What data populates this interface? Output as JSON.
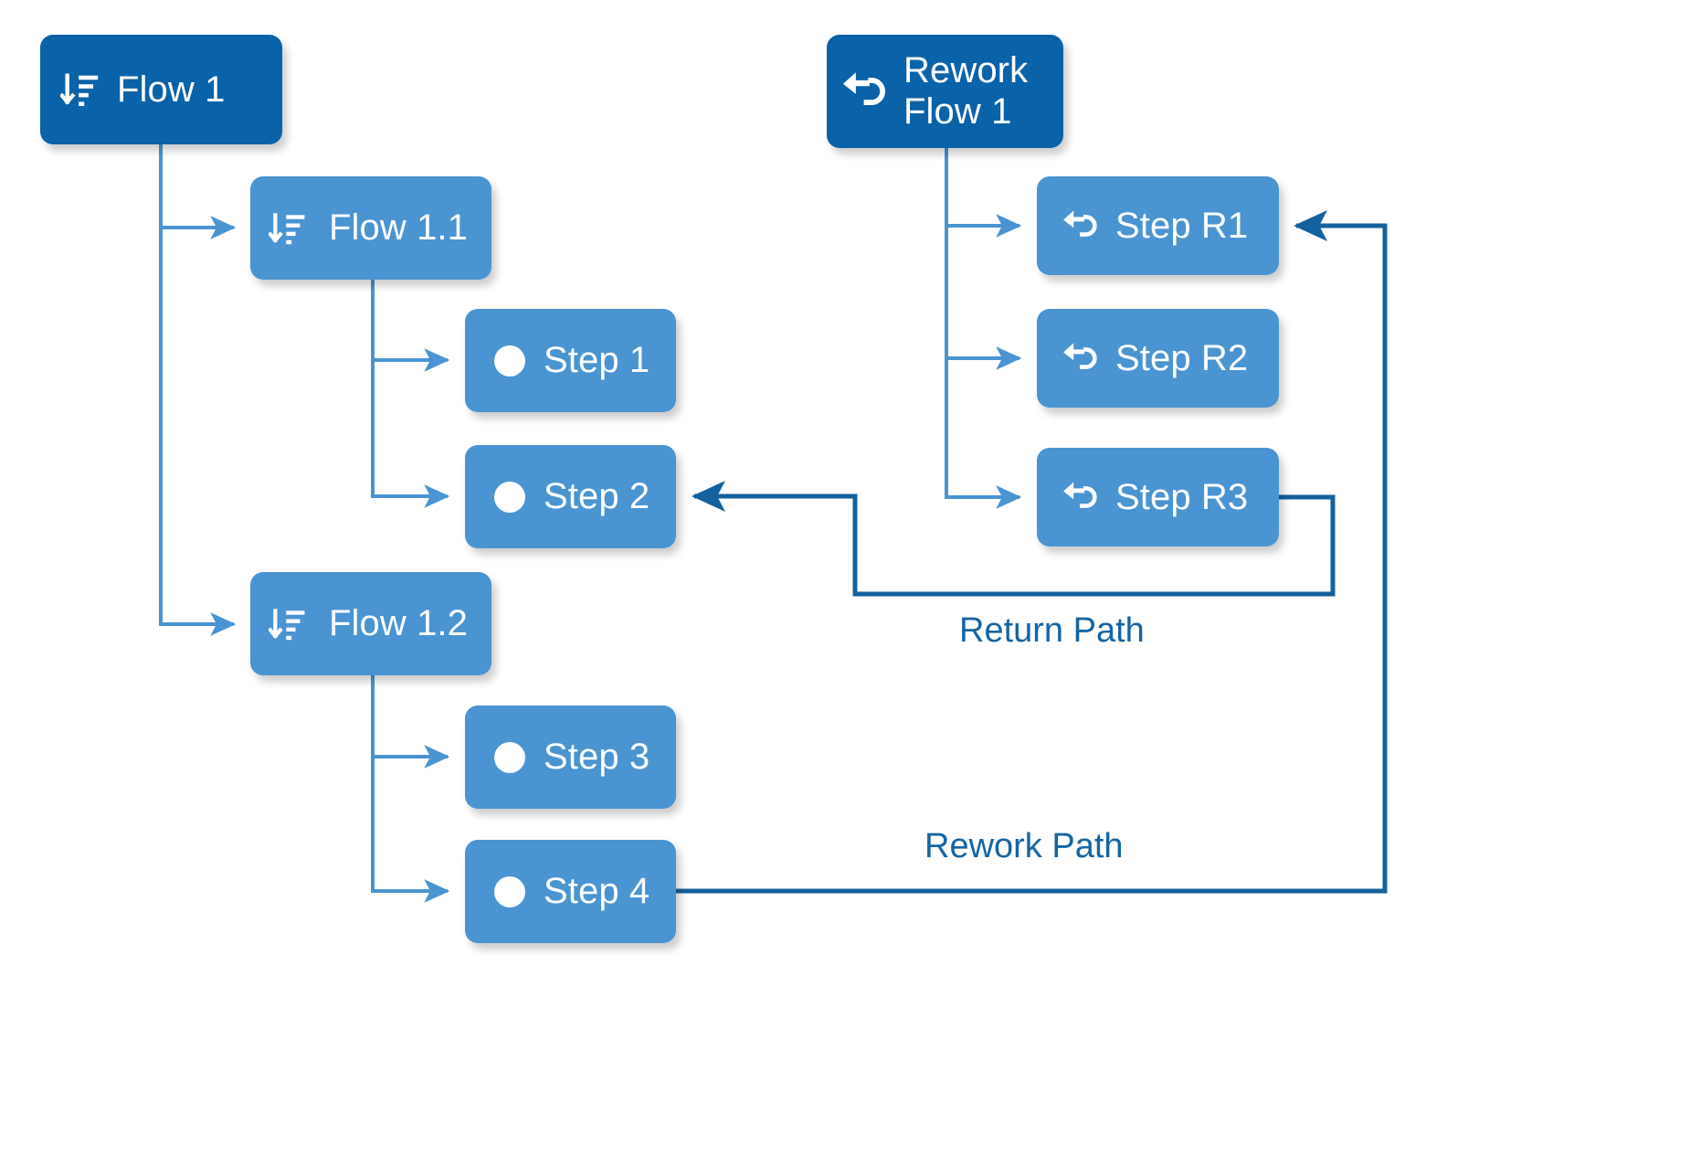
{
  "diagram": {
    "title": "Flow and Rework Flow process diagram",
    "background": "#FFFFFF",
    "colors": {
      "root_node": "#0A62A9",
      "child_node": "#4A94D2",
      "tree_edge": "#4A94D2",
      "special_edge": "#14619E",
      "label_text": "#1464A5",
      "node_text": "#FFFFFF"
    },
    "nodes": [
      {
        "id": "flow1",
        "label": "Flow 1",
        "icon": "sort-descending-icon",
        "level": "root",
        "color": "#0A62A9"
      },
      {
        "id": "flow11",
        "label": "Flow 1.1",
        "icon": "sort-descending-icon",
        "level": "sub",
        "color": "#4A94D2"
      },
      {
        "id": "flow12",
        "label": "Flow 1.2",
        "icon": "sort-descending-icon",
        "level": "sub",
        "color": "#4A94D2"
      },
      {
        "id": "step1",
        "label": "Step 1",
        "icon": "circle-icon",
        "level": "leaf",
        "color": "#4A94D2"
      },
      {
        "id": "step2",
        "label": "Step 2",
        "icon": "circle-icon",
        "level": "leaf",
        "color": "#4A94D2"
      },
      {
        "id": "step3",
        "label": "Step 3",
        "icon": "circle-icon",
        "level": "leaf",
        "color": "#4A94D2"
      },
      {
        "id": "step4",
        "label": "Step 4",
        "icon": "circle-icon",
        "level": "leaf",
        "color": "#4A94D2"
      },
      {
        "id": "rework",
        "label": "Rework\nFlow 1",
        "icon": "arrow-undo-icon",
        "level": "root",
        "color": "#0A62A9"
      },
      {
        "id": "stepr1",
        "label": "Step R1",
        "icon": "arrow-undo-icon",
        "level": "leaf",
        "color": "#4A94D2"
      },
      {
        "id": "stepr2",
        "label": "Step R2",
        "icon": "arrow-undo-icon",
        "level": "leaf",
        "color": "#4A94D2"
      },
      {
        "id": "stepr3",
        "label": "Step R3",
        "icon": "arrow-undo-icon",
        "level": "leaf",
        "color": "#4A94D2"
      }
    ],
    "edges": [
      {
        "from": "flow1",
        "to": "flow11",
        "kind": "tree"
      },
      {
        "from": "flow1",
        "to": "flow12",
        "kind": "tree"
      },
      {
        "from": "flow11",
        "to": "step1",
        "kind": "tree"
      },
      {
        "from": "flow11",
        "to": "step2",
        "kind": "tree"
      },
      {
        "from": "flow12",
        "to": "step3",
        "kind": "tree"
      },
      {
        "from": "flow12",
        "to": "step4",
        "kind": "tree"
      },
      {
        "from": "rework",
        "to": "stepr1",
        "kind": "tree"
      },
      {
        "from": "rework",
        "to": "stepr2",
        "kind": "tree"
      },
      {
        "from": "rework",
        "to": "stepr3",
        "kind": "tree"
      },
      {
        "from": "stepr3",
        "to": "step2",
        "kind": "return",
        "label": "Return Path"
      },
      {
        "from": "step4",
        "to": "stepr1",
        "kind": "rework",
        "label": "Rework Path"
      }
    ],
    "path_labels": {
      "return": "Return Path",
      "rework": "Rework Path"
    }
  }
}
